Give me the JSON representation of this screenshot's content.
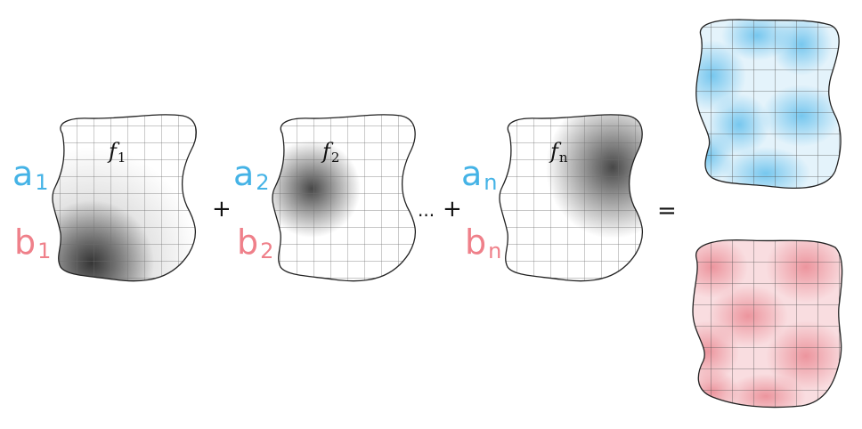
{
  "colors": {
    "a": "#45b3e6",
    "b": "#ef808a",
    "outline": "#222222",
    "grid": "#6e6e6e",
    "blob": "#3a3a3a",
    "result_a": "#74c6ee",
    "result_b": "#ec8f98"
  },
  "basis": [
    {
      "label_f": "f",
      "sub_f": "1",
      "coef_a": "a",
      "sub_a": "1",
      "coef_b": "b",
      "sub_b": "1"
    },
    {
      "label_f": "f",
      "sub_f": "2",
      "coef_a": "a",
      "sub_a": "2",
      "coef_b": "b",
      "sub_b": "2"
    },
    {
      "label_f": "f",
      "sub_f": "n",
      "coef_a": "a",
      "sub_a": "n",
      "coef_b": "b",
      "sub_b": "n"
    }
  ],
  "operators": {
    "plus1": "+",
    "ellipsis": "...",
    "plus2": "+",
    "equals": "="
  }
}
